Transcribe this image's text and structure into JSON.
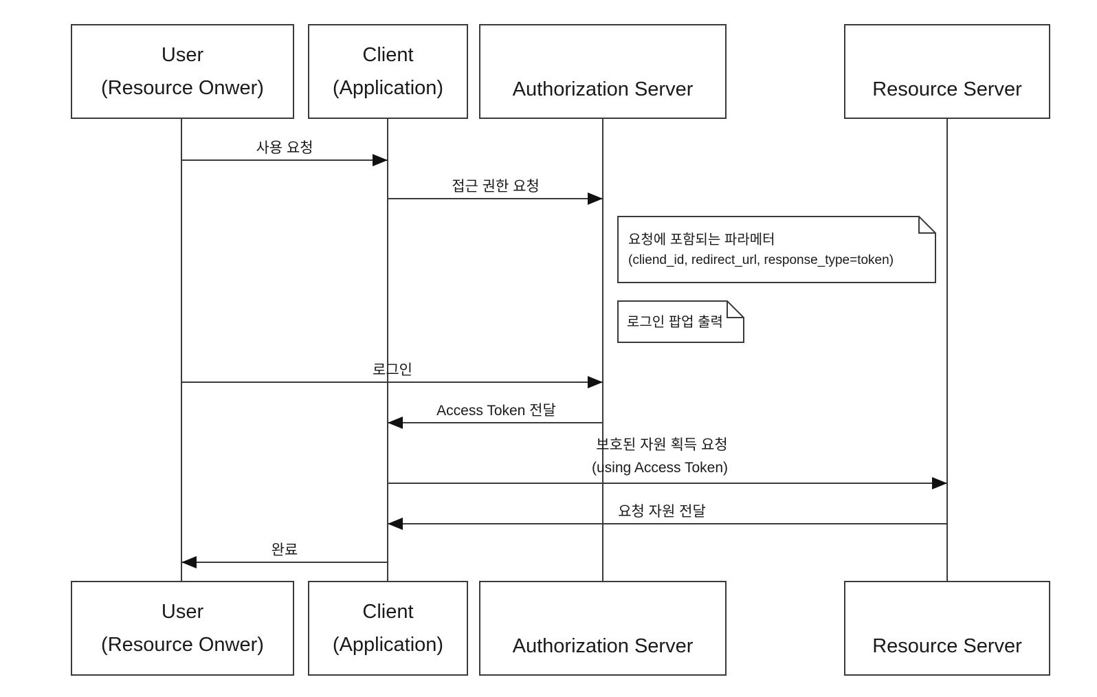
{
  "actors": {
    "user": {
      "line1": "User",
      "line2": "(Resource Onwer)"
    },
    "client": {
      "line1": "Client",
      "line2": "(Application)"
    },
    "auth_server": {
      "label": "Authorization Server"
    },
    "resource_server": {
      "label": "Resource Server"
    }
  },
  "messages": {
    "usage_request": {
      "label": "사용 요청"
    },
    "access_permission_request": {
      "label": "접근 권한 요청"
    },
    "login": {
      "label": "로그인"
    },
    "access_token_delivery": {
      "label": "Access Token 전달"
    },
    "protected_resource_request": {
      "label": "보호된 자원 획득 요청",
      "sublabel": "(using Access Token)"
    },
    "requested_resource_delivery": {
      "label": "요청 자원 전달"
    },
    "complete": {
      "label": "완료"
    }
  },
  "notes": {
    "request_parameters": {
      "line1": "요청에 포함되는 파라메터",
      "line2": "(cliend_id, redirect_url, response_type=token)"
    },
    "login_popup": {
      "line1": "로그인 팝업 출력"
    }
  },
  "colors": {
    "line": "#3a3a3a",
    "text": "#111111",
    "background": "#ffffff"
  }
}
